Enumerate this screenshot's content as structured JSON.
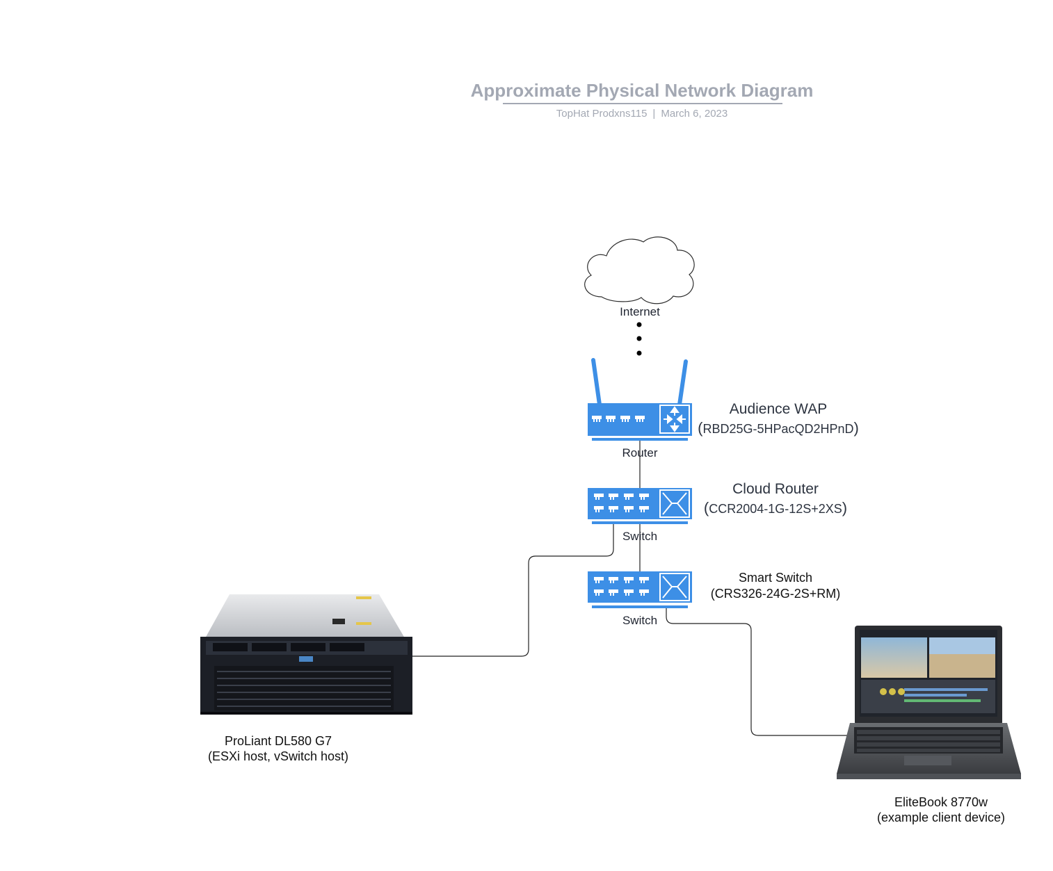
{
  "title": "Approximate Physical Network Diagram",
  "subtitle": {
    "author": "TopHat Prodxns115",
    "separator": "|",
    "date": "March 6, 2023"
  },
  "nodes": {
    "internet": {
      "label": "Internet",
      "icon": "cloud-icon"
    },
    "router": {
      "type_label": "Router",
      "name": "Audience WAP",
      "model": "RBD25G-5HPacQD2HPnD",
      "icon": "router-icon"
    },
    "cloud_router": {
      "type_label": "Switch",
      "name": "Cloud Router",
      "model": "CCR2004-1G-12S+2XS",
      "icon": "switch-icon"
    },
    "smart_switch": {
      "type_label": "Switch",
      "name": "Smart Switch",
      "model": "(CRS326-24G-2S+RM)",
      "icon": "switch-icon"
    },
    "server": {
      "name": "ProLiant DL580 G7",
      "role": "(ESXi host, vSwitch host)",
      "icon": "rack-server-icon"
    },
    "laptop": {
      "name": "EliteBook 8770w",
      "role": "(example client device)",
      "icon": "laptop-icon"
    }
  },
  "colors": {
    "device_blue": "#3d8fe6",
    "title_gray": "#a3a8b3",
    "connector": "#222222"
  }
}
